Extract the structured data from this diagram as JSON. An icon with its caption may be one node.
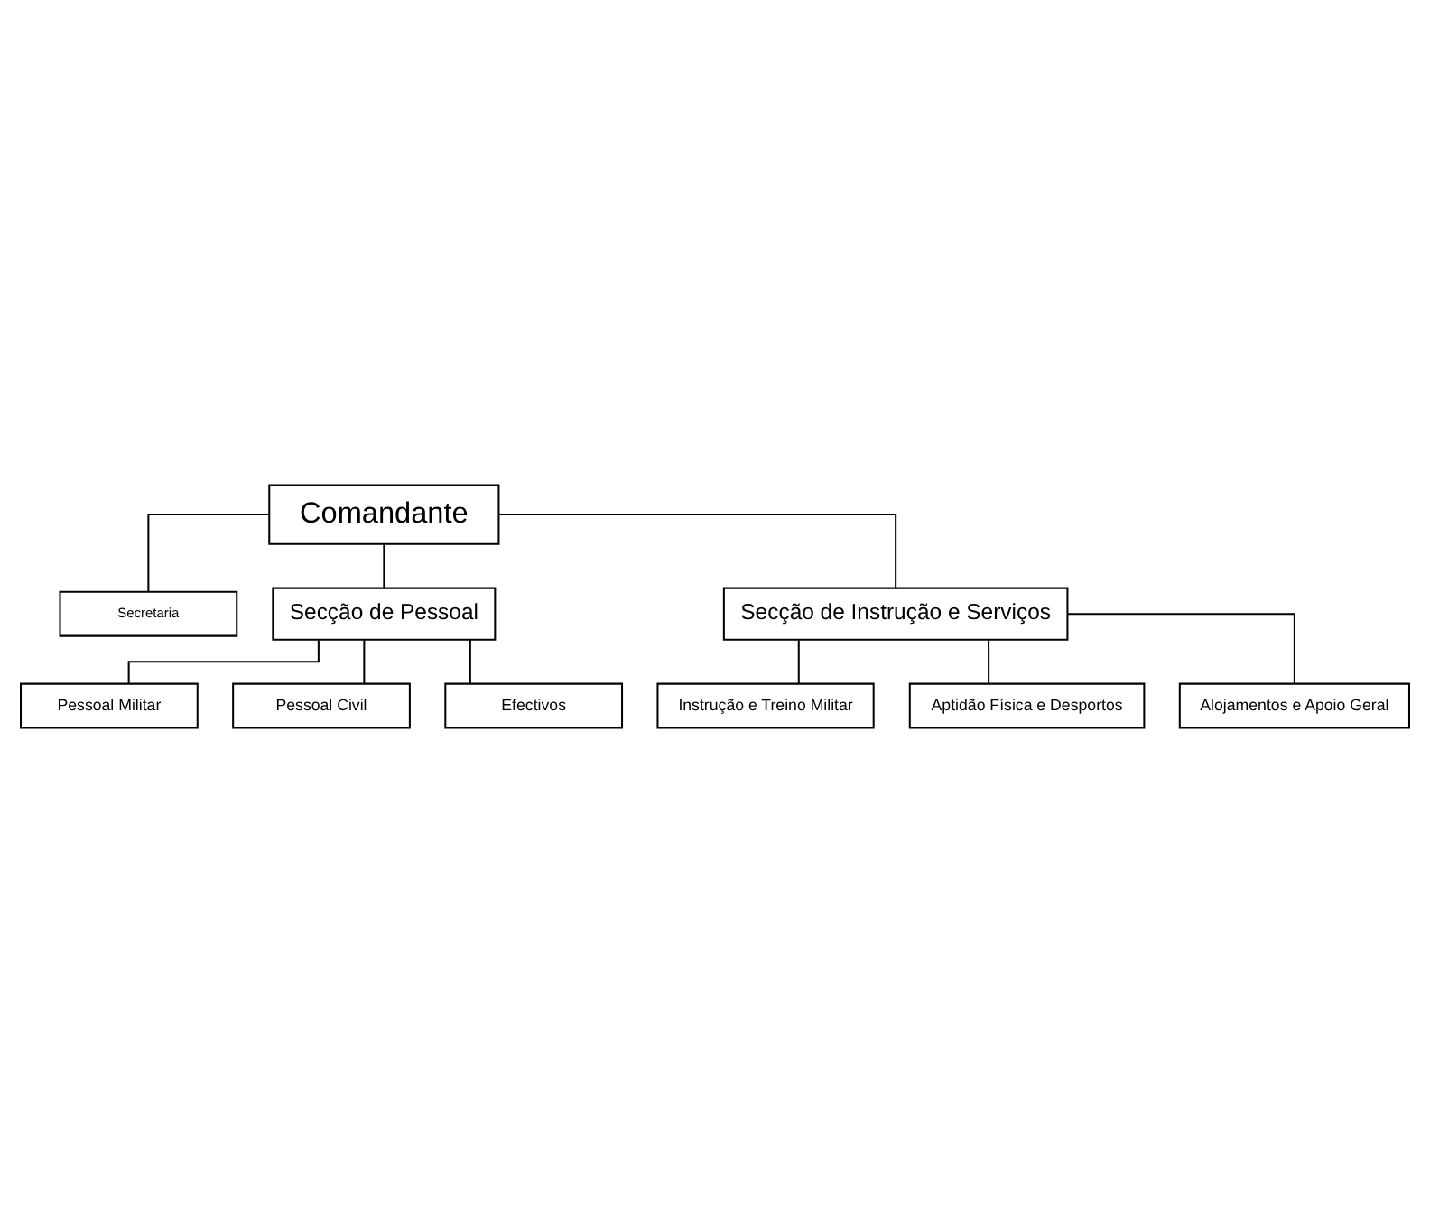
{
  "diagram": {
    "nodes": [
      {
        "text": [
          "Comandante"
        ]
      },
      {
        "text": [
          "Secretaria"
        ]
      },
      {
        "text": [
          "Secção de Pessoal"
        ]
      },
      {
        "text": [
          "Secção de Instrução e Serviços"
        ]
      },
      {
        "text": [
          "Pessoal Militar"
        ]
      },
      {
        "text": [
          "Pessoal Civil"
        ]
      },
      {
        "text": [
          "Efectivos"
        ]
      },
      {
        "text": [
          "Instrução e Treino Militar"
        ]
      },
      {
        "text": [
          "Aptidão Física e Desportos"
        ]
      },
      {
        "text": [
          "Alojamentos e Apoio Geral"
        ]
      }
    ],
    "edges": [
      {
        "from": 0,
        "to": 1,
        "arrow": "none"
      },
      {
        "from": 0,
        "to": 2,
        "arrow": "none"
      },
      {
        "from": 0,
        "to": 3,
        "arrow": "none"
      },
      {
        "from": 2,
        "to": 4,
        "arrow": "none"
      },
      {
        "from": 2,
        "to": 5,
        "arrow": "none"
      },
      {
        "from": 2,
        "to": 6,
        "arrow": "none"
      },
      {
        "from": 3,
        "to": 7,
        "arrow": "none"
      },
      {
        "from": 3,
        "to": 8,
        "arrow": "none"
      },
      {
        "from": 3,
        "to": 9,
        "arrow": "none"
      }
    ]
  }
}
